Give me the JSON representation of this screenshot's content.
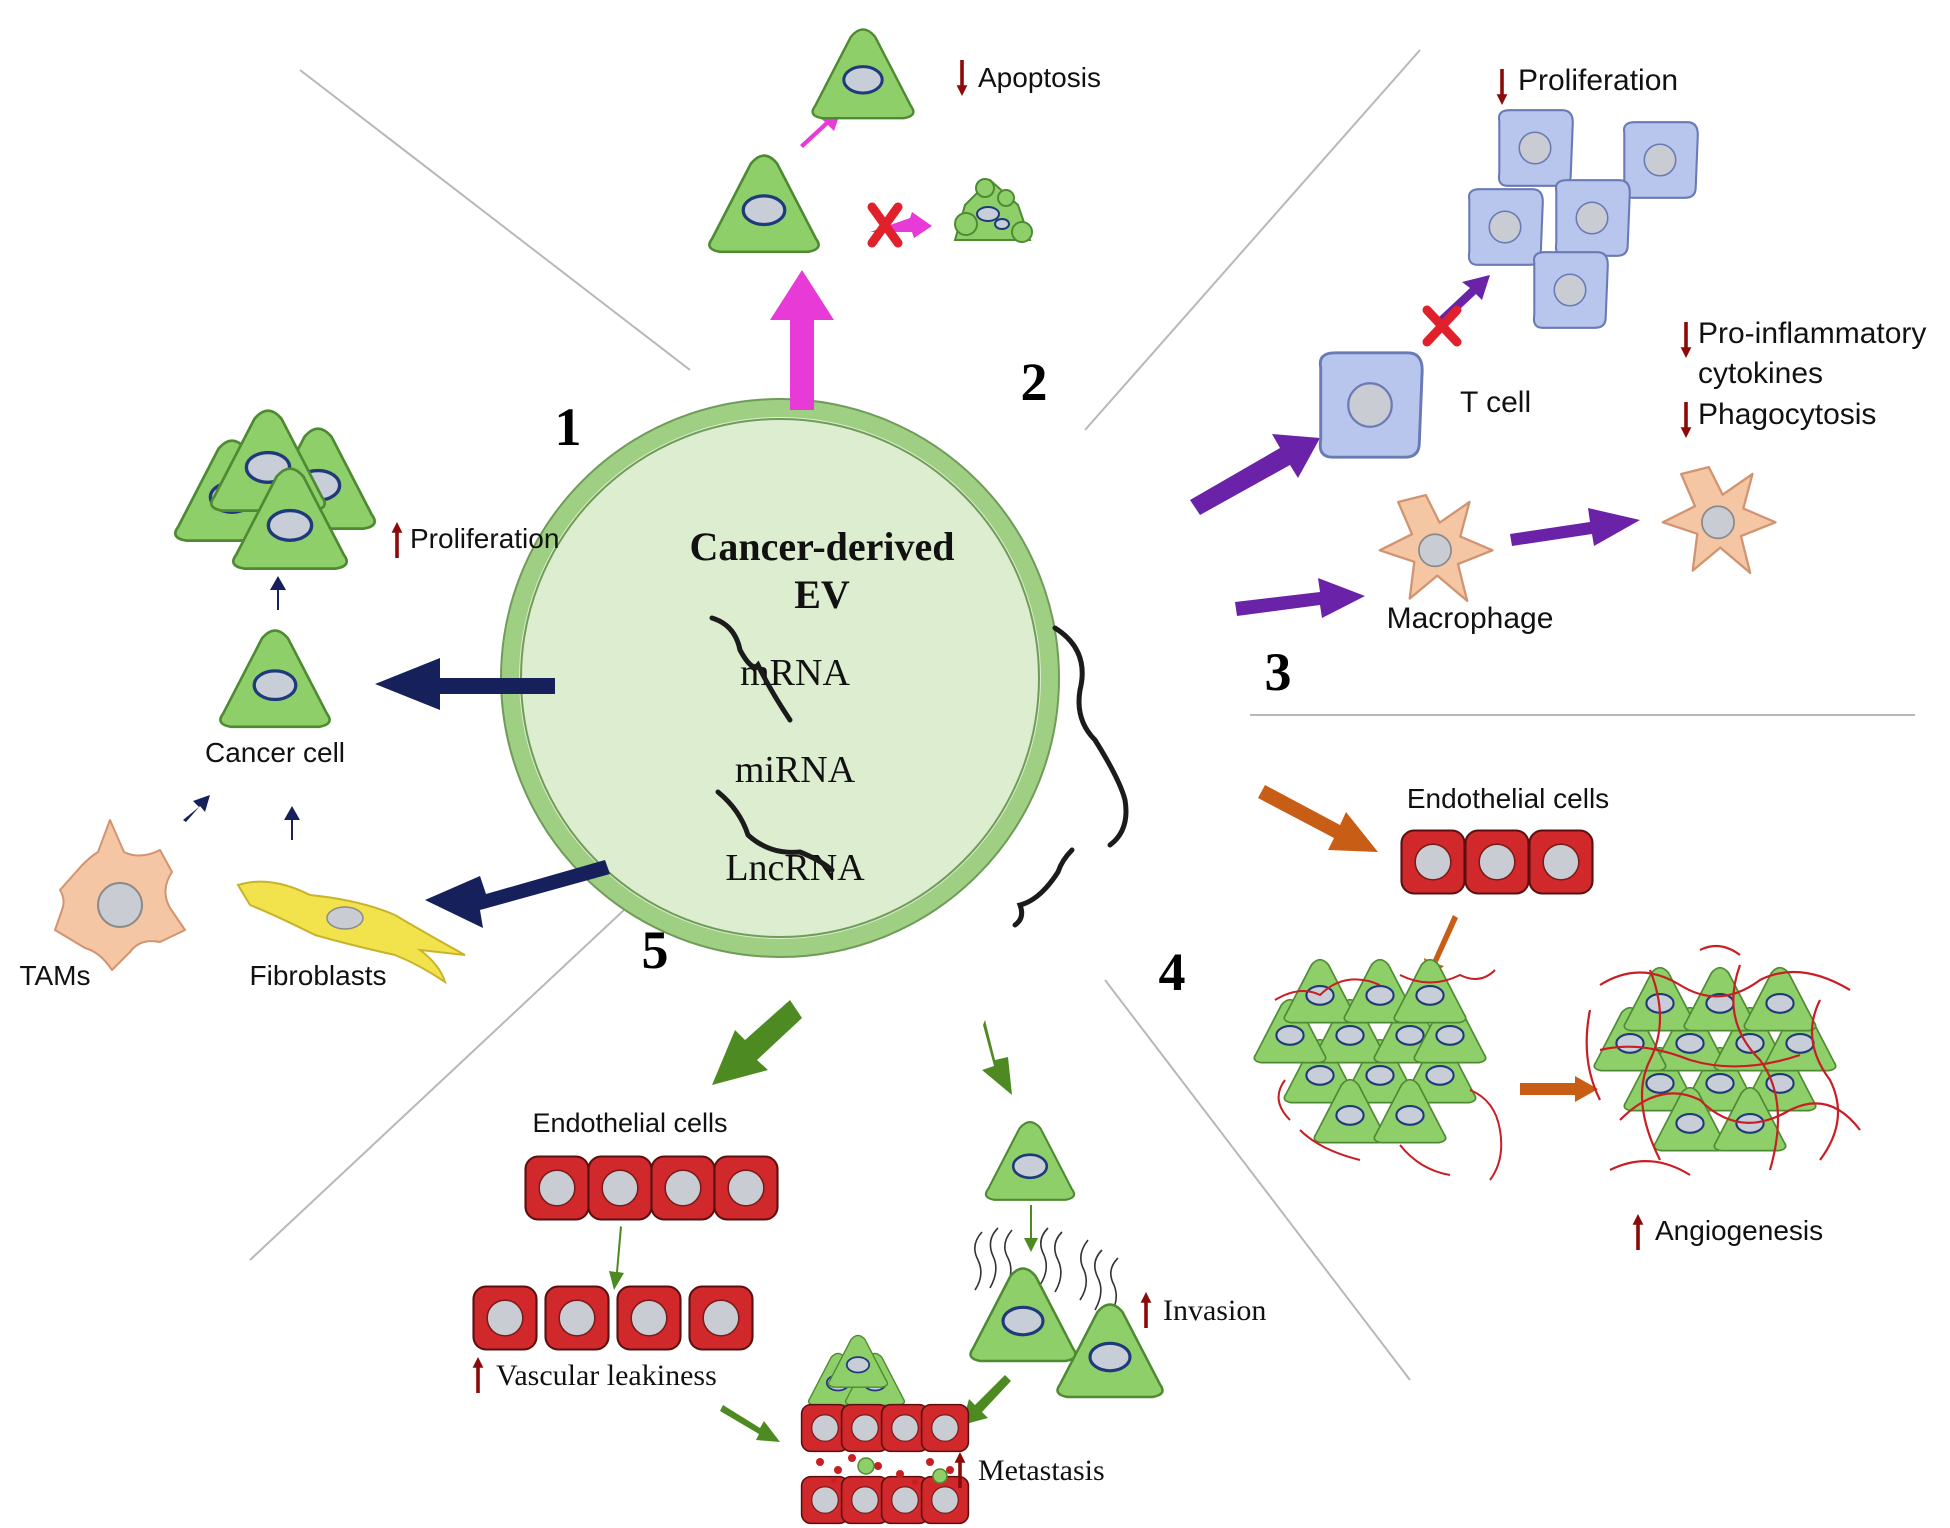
{
  "center": {
    "title_line1": "Cancer-derived",
    "title_line2": "EV",
    "mrna": "mRNA",
    "mirna": "miRNA",
    "lncrna": "LncRNA"
  },
  "sections": {
    "s1": {
      "number": "1",
      "proliferation": "Proliferation",
      "cancer_cell": "Cancer cell",
      "tams": "TAMs",
      "fibroblasts": "Fibroblasts"
    },
    "s2": {
      "number": "2",
      "apoptosis": "Apoptosis"
    },
    "s3": {
      "number": "3",
      "proliferation": "Proliferation",
      "t_cell": "T cell",
      "pro_inflammatory": "Pro-inflammatory",
      "cytokines": "cytokines",
      "phagocytosis": "Phagocytosis",
      "macrophage": "Macrophage"
    },
    "s4": {
      "number": "4",
      "endothelial_cells": "Endothelial cells",
      "angiogenesis": "Angiogenesis"
    },
    "s5": {
      "number": "5",
      "endothelial_cells": "Endothelial cells",
      "vascular_leakiness": "Vascular leakiness",
      "invasion": "Invasion",
      "metastasis": "Metastasis"
    }
  },
  "colors": {
    "cancer_cell": "#8fcf6a",
    "ev_fill": "#dcedd0",
    "ev_ring": "#9fcf82",
    "t_cell": "#b8c6ee",
    "macrophage": "#f5c6a4",
    "fibroblast": "#f2e24c",
    "endothelial": "#d1282c",
    "arrow_navy": "#16205a",
    "arrow_magenta": "#e83ad6",
    "arrow_purple": "#6a22a8",
    "arrow_orange": "#c85e16",
    "arrow_green": "#4d8a22",
    "indicator": "#8b0a0a",
    "block_x": "#e0202a"
  }
}
